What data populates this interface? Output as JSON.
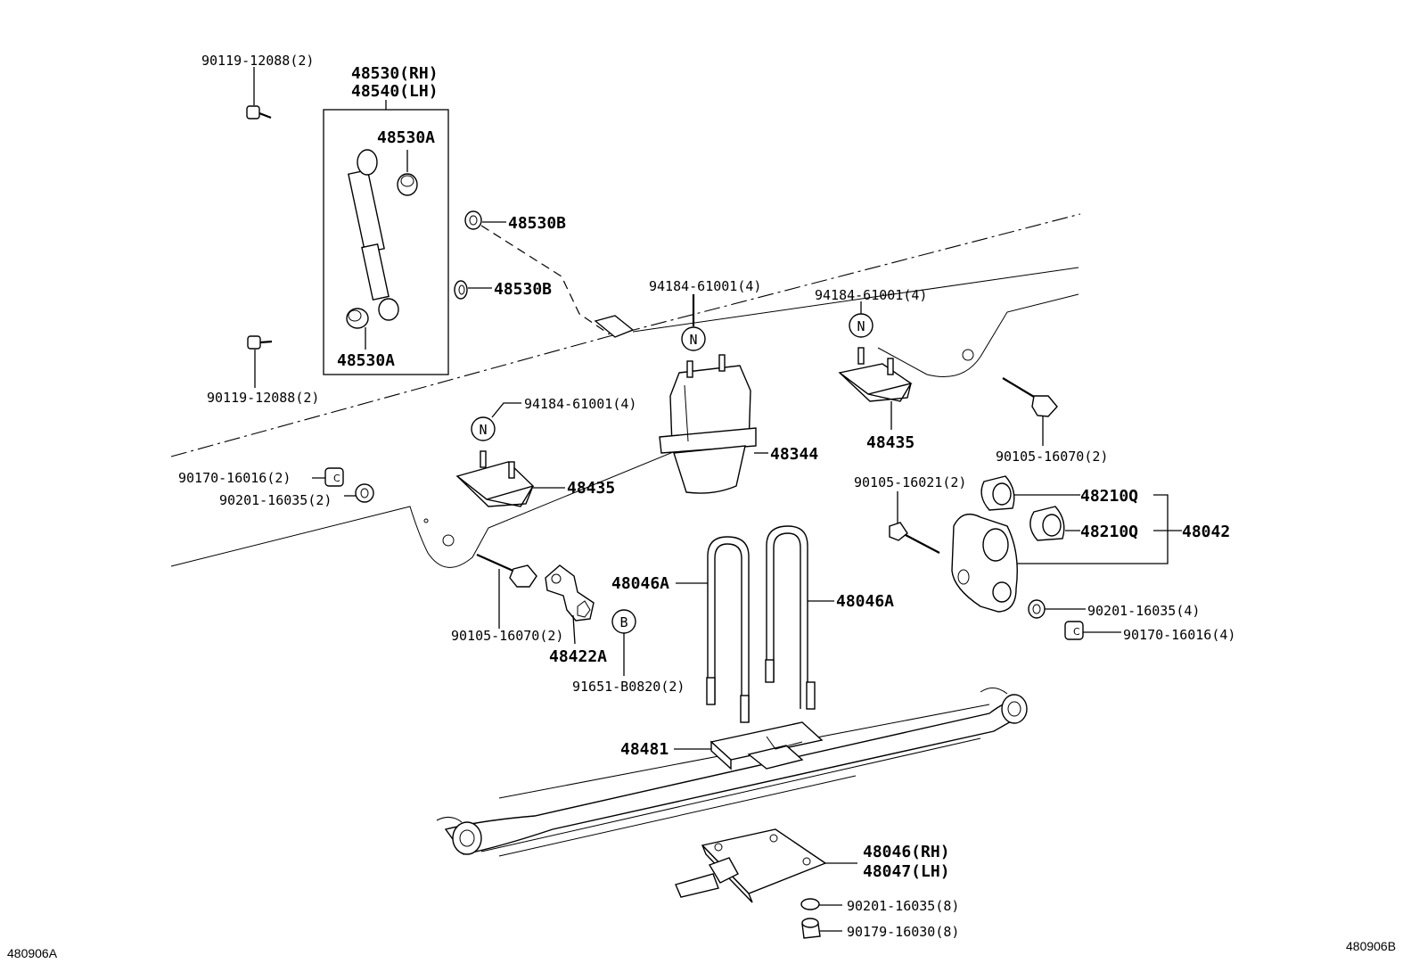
{
  "labels": {
    "p90119_top": "90119-12088(2)",
    "p48530_rh": "48530(RH)",
    "p48540_lh": "48540(LH)",
    "p48530a_top": "48530A",
    "p48530b_1": "48530B",
    "p48530b_2": "48530B",
    "p48530a_bot": "48530A",
    "p90119_bot": "90119-12088(2)",
    "p94184_mid": "94184-61001(4)",
    "p94184_right": "94184-61001(4)",
    "p94184_left": "94184-61001(4)",
    "p48344": "48344",
    "p48435_right": "48435",
    "p48435_left": "48435",
    "p90105_16070_right": "90105-16070(2)",
    "p90170_left": "90170-16016(2)",
    "p90201_left": "90201-16035(2)",
    "p90105_16021": "90105-16021(2)",
    "p48210q_1": "48210Q",
    "p48210q_2": "48210Q",
    "p48042": "48042",
    "p48046a_left": "48046A",
    "p48046a_right": "48046A",
    "p90201_right": "90201-16035(4)",
    "p90170_right": "90170-16016(4)",
    "p90105_16070_left": "90105-16070(2)",
    "p48422a": "48422A",
    "p91651": "91651-B0820(2)",
    "p48481": "48481",
    "p48046_rh": "48046(RH)",
    "p48047_lh": "48047(LH)",
    "p90201_bottom": "90201-16035(8)",
    "p90179": "90179-16030(8)",
    "callout_n": "N",
    "callout_b": "B",
    "corner_left": "480906A",
    "corner_right": "480906B"
  }
}
